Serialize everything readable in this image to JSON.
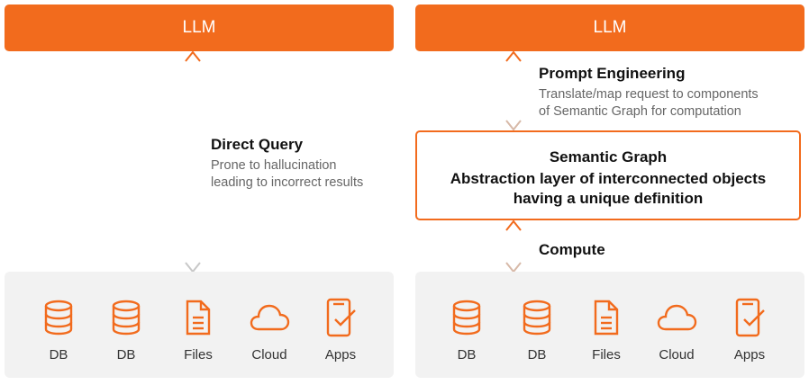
{
  "left": {
    "llm_label": "LLM",
    "edge_title": "Direct Query",
    "edge_desc_line1": "Prone to hallucination",
    "edge_desc_line2": "leading to incorrect results",
    "sources": [
      {
        "label": "DB",
        "icon": "database-icon"
      },
      {
        "label": "DB",
        "icon": "database-icon"
      },
      {
        "label": "Files",
        "icon": "file-icon"
      },
      {
        "label": "Cloud",
        "icon": "cloud-icon"
      },
      {
        "label": "Apps",
        "icon": "mobile-app-icon"
      }
    ]
  },
  "right": {
    "llm_label": "LLM",
    "top_edge_title": "Prompt Engineering",
    "top_edge_desc_line1": "Translate/map request to components",
    "top_edge_desc_line2": "of Semantic Graph for computation",
    "graph_title": "Semantic Graph",
    "graph_desc_line1": "Abstraction layer of interconnected objects",
    "graph_desc_line2": "having a unique definition",
    "bottom_edge_title": "Compute",
    "sources": [
      {
        "label": "DB",
        "icon": "database-icon"
      },
      {
        "label": "DB",
        "icon": "database-icon"
      },
      {
        "label": "Files",
        "icon": "file-icon"
      },
      {
        "label": "Cloud",
        "icon": "cloud-icon"
      },
      {
        "label": "Apps",
        "icon": "mobile-app-icon"
      }
    ]
  },
  "colors": {
    "accent": "#f26b1d",
    "panel_bg": "#f2f2f2",
    "arrow_fade": "#c8c8c8"
  }
}
